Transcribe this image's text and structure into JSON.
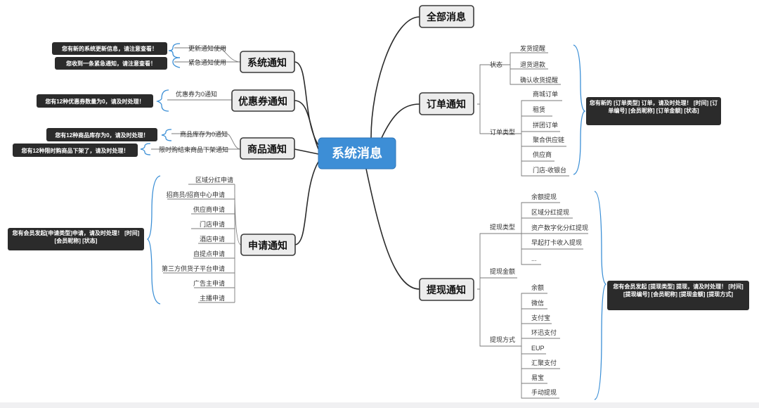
{
  "central": {
    "label": "系统消息"
  },
  "branches": {
    "all": {
      "label": "全部消息"
    },
    "system": {
      "label": "系统通知",
      "items": [
        "更新通知使用",
        "紧急通知使用"
      ],
      "notes": [
        "您有新的系统更新信息，请注意查看！",
        "您收到一条紧急通知，请注意查看！"
      ]
    },
    "coupon": {
      "label": "优惠券通知",
      "items": [
        "优惠券为0通知"
      ],
      "notes": [
        "您有12种优惠券数量为0，请及时处理！"
      ]
    },
    "goods": {
      "label": "商品通知",
      "items": [
        "商品库存为0通知",
        "限时购结束商品下架通知"
      ],
      "notes": [
        "您有12种商品库存为0，请及时处理！",
        "您有12种限时购商品下架了，请及时处理！"
      ]
    },
    "apply": {
      "label": "申请通知",
      "items": [
        "区域分红申请",
        "招商员/招商中心申请",
        "供应商申请",
        "门店申请",
        "酒店申请",
        "自提点申请",
        "第三方供货子平台申请",
        "广告主申请",
        "主播申请"
      ],
      "note": "您有会员发起[申请类型]申请，请及时处理！ [时间] [会员昵称] [状态]"
    },
    "order": {
      "label": "订单通知",
      "groups": [
        {
          "label": "状态",
          "items": [
            "发货提醒",
            "退货退款",
            "确认收货提醒"
          ]
        },
        {
          "label": "订单类型",
          "items": [
            "商城订单",
            "租赁",
            "拼团订单",
            "聚合供应链",
            "供应商",
            "门店-收银台"
          ]
        }
      ],
      "note": "您有新的 [订单类型] 订单，请及时处理！ [时间] [订单编号] [会员昵称] [订单金额] [状态]"
    },
    "withdraw": {
      "label": "提现通知",
      "groups": [
        {
          "label": "提现类型",
          "items": [
            "余额提现",
            "区域分红提现",
            "资产数字化分红提现",
            "早起打卡收入提现",
            "..."
          ]
        },
        {
          "label": "提现金额",
          "items": []
        },
        {
          "label": "提现方式",
          "items": [
            "余额",
            "微信",
            "支付宝",
            "环迅支付",
            "EUP",
            "汇聚支付",
            "易宝",
            "手动提现"
          ]
        }
      ],
      "note": "您有会员发起 [提现类型] 提现，请及时处理！ [时间] [提现编号] [会员昵称] [提现金额] [提现方式]"
    }
  }
}
